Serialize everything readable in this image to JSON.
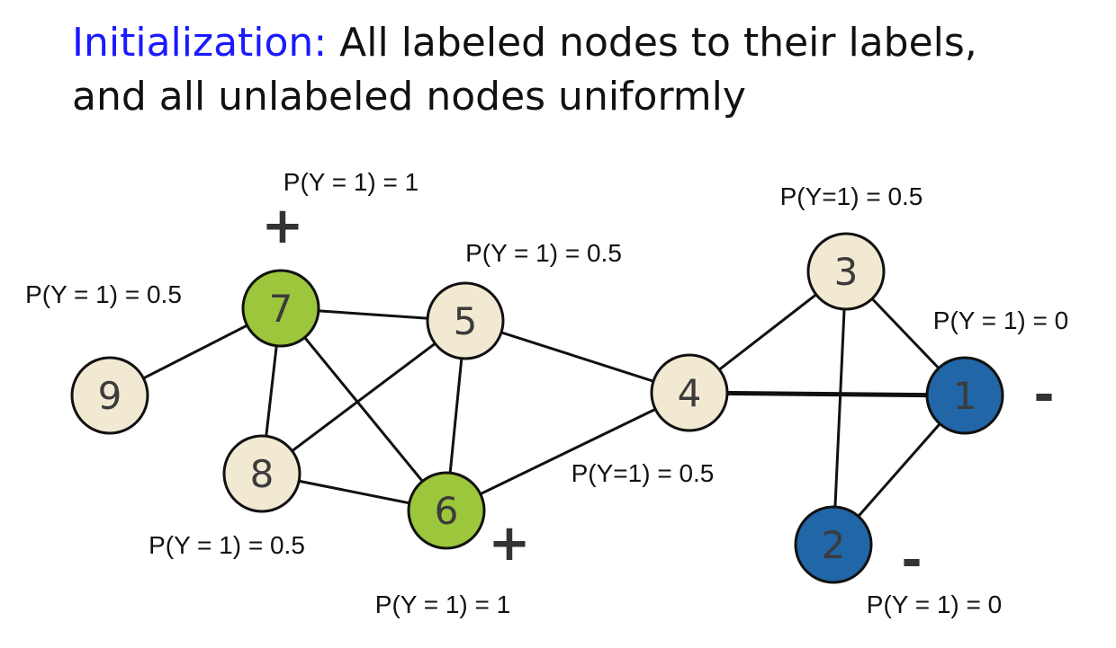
{
  "title": {
    "keyword": "Initialization:",
    "line1_rest": "All labeled nodes to their labels,",
    "line2": "and all unlabeled nodes uniformly"
  },
  "colors": {
    "keyword": "#1a1aff",
    "positive_node": "#9cc63b",
    "negative_node": "#2166a6",
    "unlabeled_node": "#f1e9d2",
    "edge": "#111111"
  },
  "nodes": [
    {
      "id": "1",
      "label": "1",
      "class": "negative",
      "prob_text": "P(Y = 1) = 0",
      "sign": "-"
    },
    {
      "id": "2",
      "label": "2",
      "class": "negative",
      "prob_text": "P(Y = 1) = 0",
      "sign": "-"
    },
    {
      "id": "3",
      "label": "3",
      "class": "unlabeled",
      "prob_text": "P(Y=1) = 0.5",
      "sign": ""
    },
    {
      "id": "4",
      "label": "4",
      "class": "unlabeled",
      "prob_text": "P(Y=1) = 0.5",
      "sign": ""
    },
    {
      "id": "5",
      "label": "5",
      "class": "unlabeled",
      "prob_text": "P(Y = 1) = 0.5",
      "sign": ""
    },
    {
      "id": "6",
      "label": "6",
      "class": "positive",
      "prob_text": "P(Y = 1) = 1",
      "sign": "+"
    },
    {
      "id": "7",
      "label": "7",
      "class": "positive",
      "prob_text": "P(Y = 1) = 1",
      "sign": "+"
    },
    {
      "id": "8",
      "label": "8",
      "class": "unlabeled",
      "prob_text": "P(Y = 1) = 0.5",
      "sign": ""
    },
    {
      "id": "9",
      "label": "9",
      "class": "unlabeled",
      "prob_text": "P(Y = 1) = 0.5",
      "sign": ""
    }
  ],
  "edges": [
    [
      "9",
      "7"
    ],
    [
      "7",
      "5"
    ],
    [
      "7",
      "8"
    ],
    [
      "7",
      "6"
    ],
    [
      "5",
      "8"
    ],
    [
      "5",
      "6"
    ],
    [
      "5",
      "4"
    ],
    [
      "8",
      "6"
    ],
    [
      "6",
      "4"
    ],
    [
      "4",
      "3"
    ],
    [
      "4",
      "1"
    ],
    [
      "3",
      "1"
    ],
    [
      "3",
      "2"
    ],
    [
      "1",
      "2"
    ]
  ]
}
